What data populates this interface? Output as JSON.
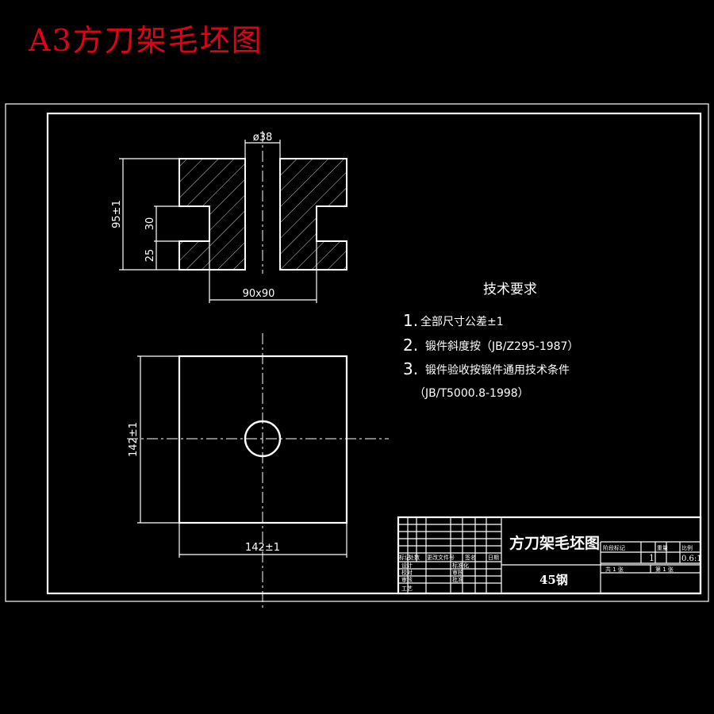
{
  "title": "A3方刀架毛坯图",
  "colors": {
    "background": "#000000",
    "title": "#e0001a",
    "lines": "#ffffff"
  },
  "dimensions": {
    "bore": "ø38",
    "height": "95±1",
    "slot": "30",
    "base": "25",
    "neck": "90x90",
    "side_v": "142±1",
    "side_h": "142±1"
  },
  "tech": {
    "heading": "技术要求",
    "items": [
      {
        "num": "1.",
        "text": "全部尺寸公差±1"
      },
      {
        "num": "2.",
        "text": "锻件斜度按（JB/Z295-1987）"
      },
      {
        "num": "3.",
        "text": "锻件验收按锻件通用技术条件"
      },
      {
        "num": "",
        "text": "（JB/T5000.8-1998）"
      }
    ]
  },
  "titleblock": {
    "name": "方刀架毛坯图",
    "material": "45钢",
    "qty": "1",
    "scale": "0.6:1",
    "h_mark": "标记",
    "h_count": "处数",
    "h_change": "更改文件号",
    "h_sign": "签名",
    "h_date": "日期",
    "r_design": "设计",
    "r_check": "校对",
    "r_audit": "审核",
    "r_process": "工艺",
    "r_std": "标准化",
    "r_review": "审核",
    "r_approve": "批准",
    "stage": "阶段标记",
    "weight": "重量",
    "ratio": "比例",
    "sheets": "共 1 张",
    "sheet": "第 1 张"
  }
}
